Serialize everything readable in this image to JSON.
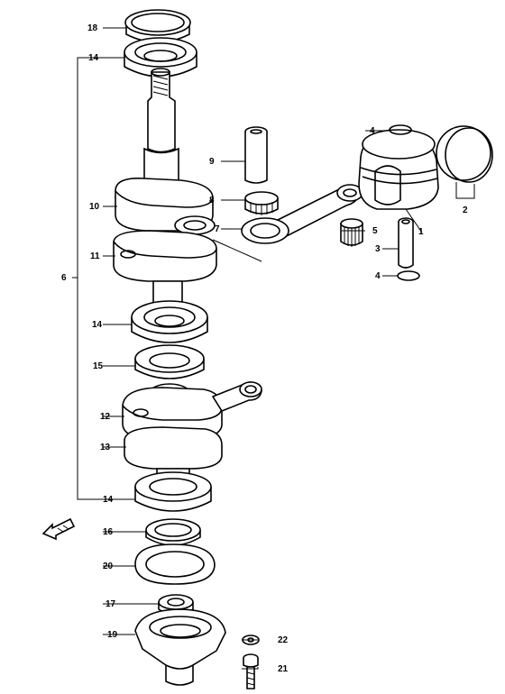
{
  "callouts": [
    {
      "id": "c1",
      "label": "1"
    },
    {
      "id": "c2",
      "label": "2"
    },
    {
      "id": "c3",
      "label": "3"
    },
    {
      "id": "c4a",
      "label": "4"
    },
    {
      "id": "c4b",
      "label": "4"
    },
    {
      "id": "c5",
      "label": "5"
    },
    {
      "id": "c6",
      "label": "6"
    },
    {
      "id": "c7",
      "label": "7"
    },
    {
      "id": "c8",
      "label": "8"
    },
    {
      "id": "c9",
      "label": "9"
    },
    {
      "id": "c10",
      "label": "10"
    },
    {
      "id": "c11",
      "label": "11"
    },
    {
      "id": "c12",
      "label": "12"
    },
    {
      "id": "c13",
      "label": "13"
    },
    {
      "id": "c14a",
      "label": "14"
    },
    {
      "id": "c14b",
      "label": "14"
    },
    {
      "id": "c14c",
      "label": "14"
    },
    {
      "id": "c15",
      "label": "15"
    },
    {
      "id": "c16",
      "label": "16"
    },
    {
      "id": "c17",
      "label": "17"
    },
    {
      "id": "c18",
      "label": "18"
    },
    {
      "id": "c19",
      "label": "19"
    },
    {
      "id": "c20",
      "label": "20"
    },
    {
      "id": "c21",
      "label": "21"
    },
    {
      "id": "c22",
      "label": "22"
    }
  ]
}
